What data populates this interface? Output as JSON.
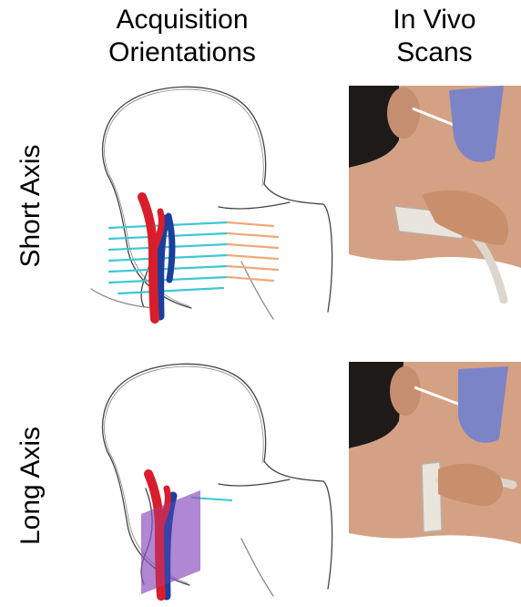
{
  "columns": {
    "acquisition": {
      "line1": "Acquisition",
      "line2": "Orientations"
    },
    "in_vivo": {
      "line1": "In Vivo",
      "line2": "Scans"
    }
  },
  "rows": {
    "short_axis": {
      "label": "Short Axis"
    },
    "long_axis": {
      "label": "Long Axis"
    }
  },
  "colors": {
    "artery": "#d81e2c",
    "vein": "#1c3f9c",
    "short_plane_cyan": "#3cc7d4",
    "short_plane_orange": "#f0a878",
    "long_plane": "#8d55bf",
    "mask": "#7c84c8",
    "skin": "#d4a184",
    "hair": "#1e1a18",
    "shirt": "#ffffff",
    "probe": "#e9e4dc"
  }
}
